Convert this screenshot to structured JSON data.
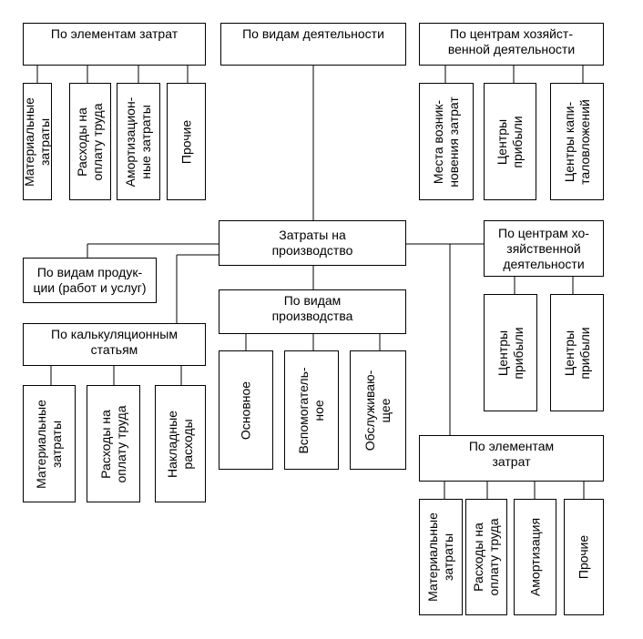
{
  "diagram": {
    "center": "Затраты на\nпроизводство",
    "by_elements_top": {
      "title": "По элементам затрат",
      "items": [
        "Материальные\nзатраты",
        "Расходы на\nоплату труда",
        "Амортизацион-\nные затраты",
        "Прочие"
      ]
    },
    "by_activity": {
      "title": "По видам деятельности"
    },
    "by_centers_top": {
      "title": "По центрам хозяйст-\nвенной деятельности",
      "items": [
        "Места возник-\nновения затрат",
        "Центры\nприбыли",
        "Центры капи-\nталовложений"
      ]
    },
    "by_products": {
      "title": "По видам продук-\nции (работ и услуг)"
    },
    "by_production": {
      "title": "По видам\nпроизводства",
      "items": [
        "Основное",
        "Вспомогатель-\nное",
        "Обслуживаю-\nщее"
      ]
    },
    "by_calculation": {
      "title": "По калькуляционным\nстатьям",
      "items": [
        "Материальные\nзатраты",
        "Расходы на\nоплату труда",
        "Накладные\nрасходы"
      ]
    },
    "by_centers_right": {
      "title": "По центрам хо-\nзяйственной\nдеятельности",
      "items": [
        "Центры\nприбыли",
        "Центры\nприбыли"
      ]
    },
    "by_elements_bottom": {
      "title": "По элементам\nзатрат",
      "items": [
        "Материальные\nзатраты",
        "Расходы на\nоплату труда",
        "Амортизация",
        "Прочие"
      ]
    }
  }
}
